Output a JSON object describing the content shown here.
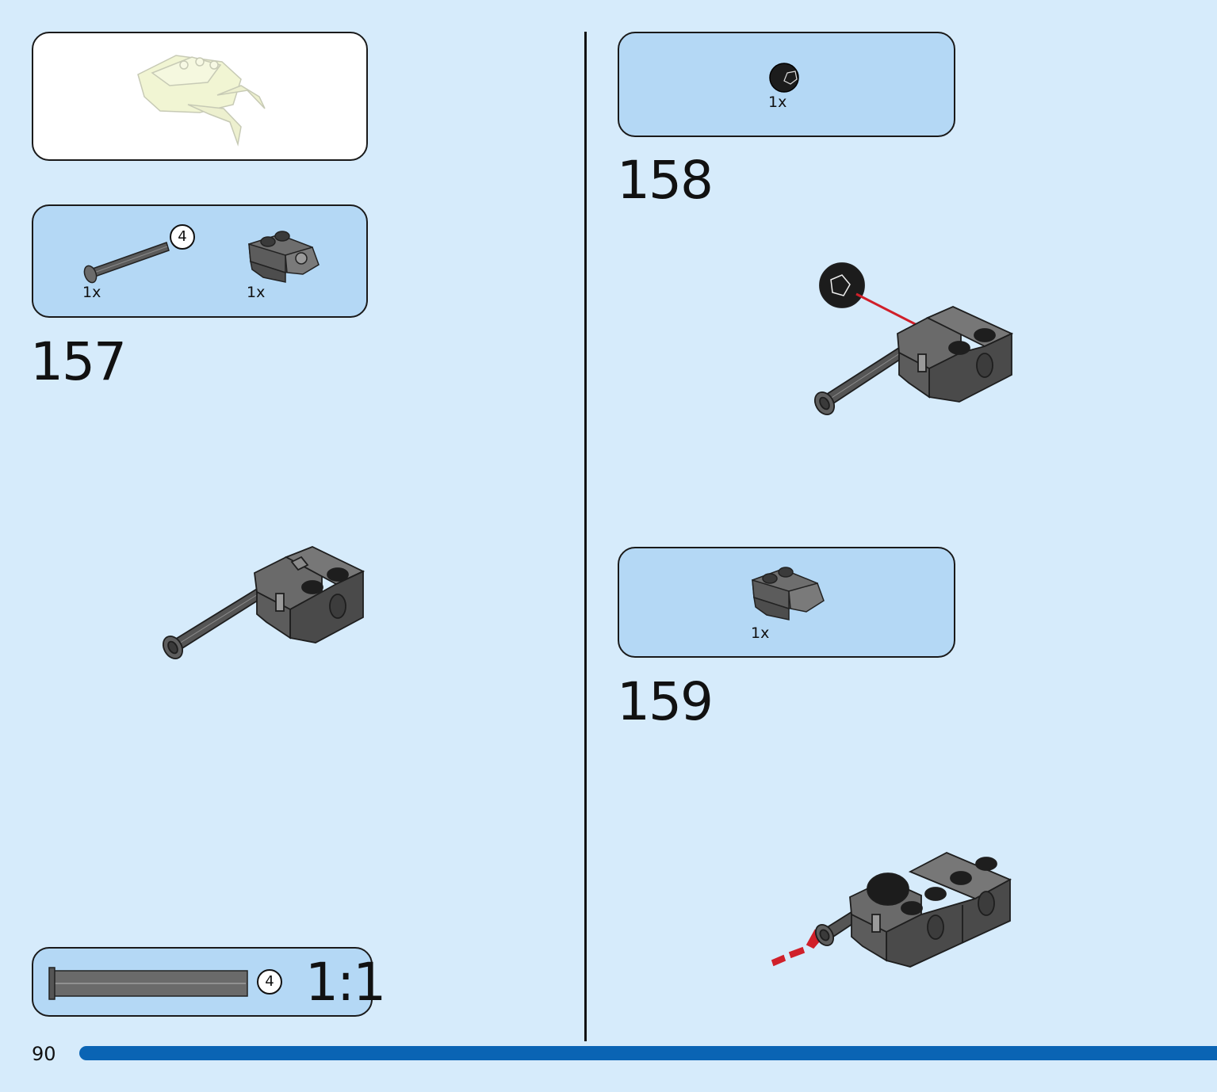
{
  "page": {
    "number": "90",
    "accent_color": "#0a64b4",
    "background_color": "#d6ebfb"
  },
  "callout_preview": {
    "icon": "claw-submodel-preview"
  },
  "steps": [
    {
      "number": "157",
      "parts": [
        {
          "icon": "axle-4-icon",
          "quantity": "1x",
          "length_badge": "4"
        },
        {
          "icon": "connector-block-icon",
          "quantity": "1x"
        }
      ]
    },
    {
      "number": "158",
      "parts": [
        {
          "icon": "ball-joint-icon",
          "quantity": "1x"
        }
      ]
    },
    {
      "number": "159",
      "parts": [
        {
          "icon": "connector-block-icon",
          "quantity": "1x"
        }
      ]
    }
  ],
  "scale_reference": {
    "length_badge": "4",
    "ratio": "1:1"
  }
}
